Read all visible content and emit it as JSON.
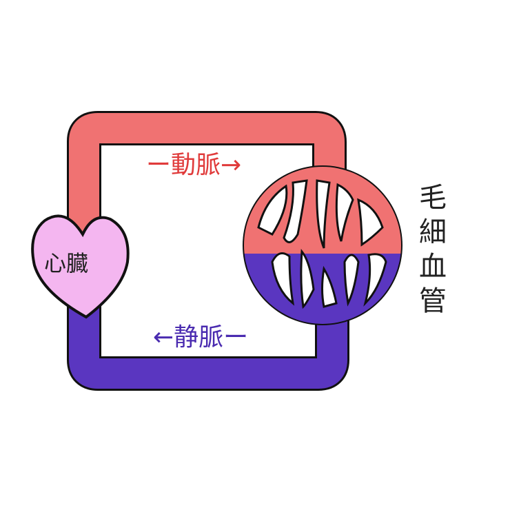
{
  "labels": {
    "artery": "ー動脈→",
    "vein": "←静脈ー",
    "heart": "心臓",
    "capillary": "毛細血管"
  },
  "colors": {
    "artery": "#f07272",
    "vein": "#5a36c0",
    "heart": "#f4b6f0",
    "outline": "#111111"
  }
}
